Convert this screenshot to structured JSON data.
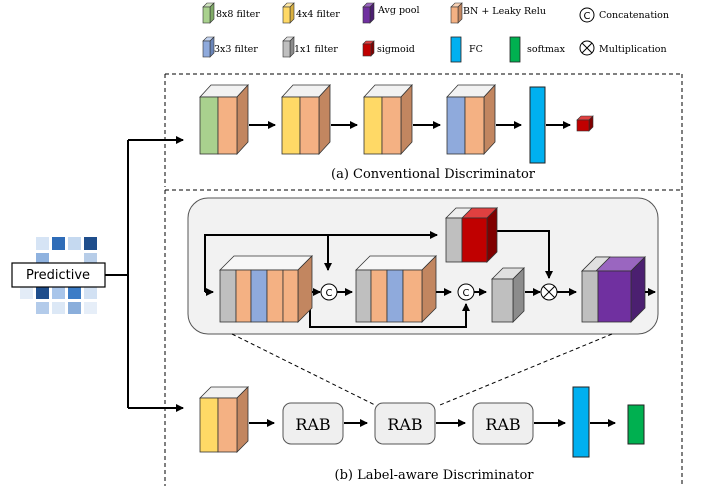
{
  "legend": {
    "filter8": "8x8 filter",
    "filter4": "4x4 filter",
    "avgpool": "Avg pool",
    "bn": "BN + Leaky Relu",
    "concat": "Concatenation",
    "filter3": "3x3 filter",
    "filter1": "1x1 filter",
    "sigmoid": "sigmoid",
    "fc": "FC",
    "softmax": "softmax",
    "mult": "Multiplication"
  },
  "input_label": "Predictive",
  "caption_a": "(a)  Conventional  Discriminator",
  "caption_b": "(b)  Label-aware  Discriminator",
  "rab": [
    "RAB",
    "RAB",
    "RAB"
  ],
  "symbols": {
    "concat": "C"
  },
  "colors": {
    "green": "#a9d18e",
    "yellow": "#ffd966",
    "purple": "#7030a0",
    "orange": "#f4b183",
    "blue": "#8faadc",
    "gray": "#bfbfbf",
    "red": "#c00000",
    "cyan": "#00b0f0",
    "softmax_green": "#00b050"
  }
}
